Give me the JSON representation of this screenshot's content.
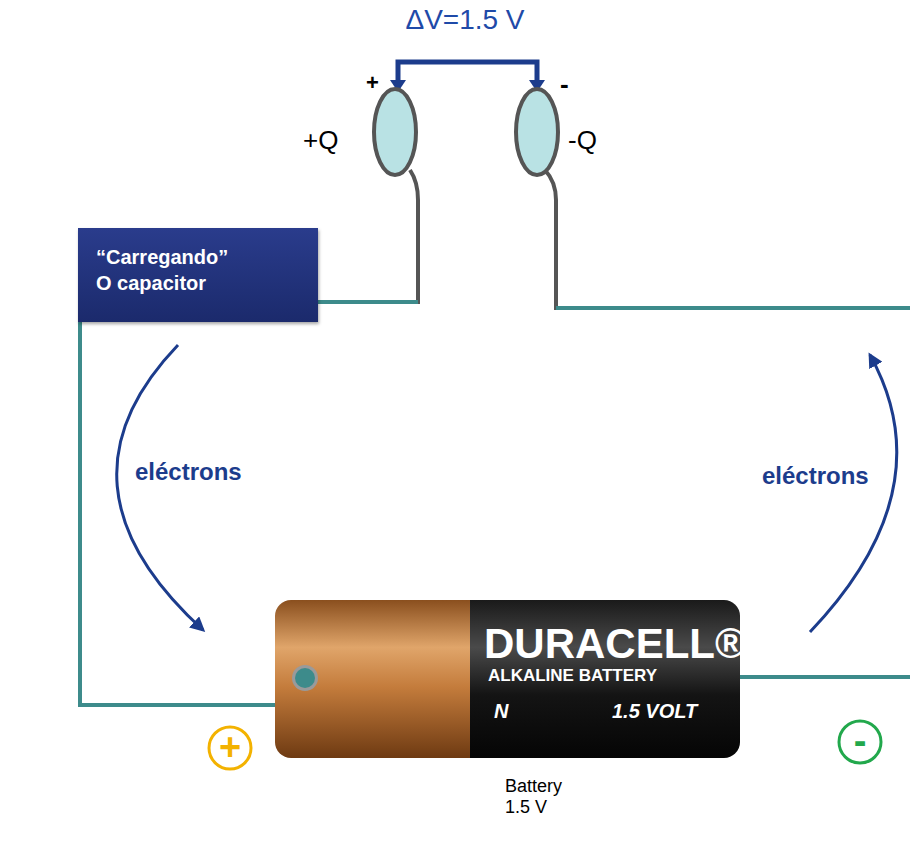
{
  "diagram": {
    "nodes": [
      {
        "text": [
          "“Carregando” O capacitor"
        ]
      },
      {
        "text": [
          "+"
        ]
      },
      {
        "text": [
          "-"
        ]
      }
    ],
    "labels": [
      "ΔV=1.5 V",
      "+",
      "-",
      "+Q",
      "-Q",
      "eléctrons",
      "eléctrons",
      "DURACELL®",
      "ALKALINE BATTERY",
      "N",
      "1.5 VOLT",
      "Battery 1.5 V"
    ]
  }
}
